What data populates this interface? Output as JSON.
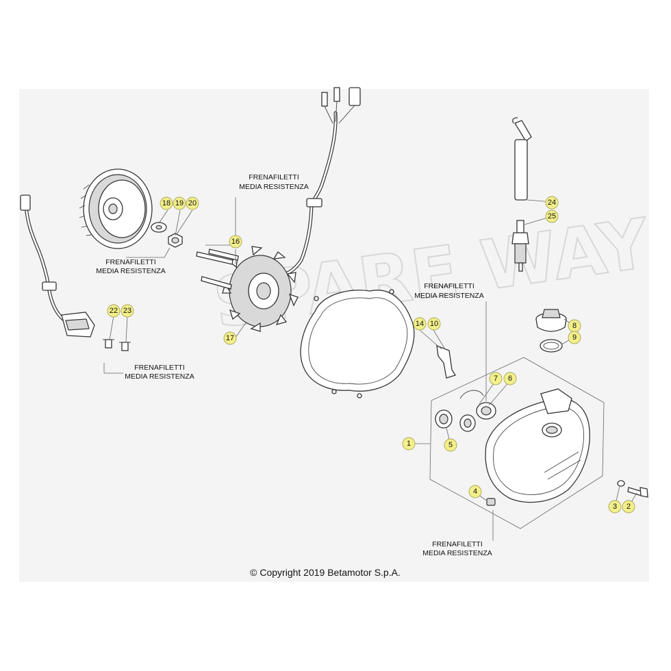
{
  "notes": {
    "threadlocker_line1": "FRENAFILETTI",
    "threadlocker_line2": "MEDIA RESISTENZA"
  },
  "watermark_text": "SPARE WAY",
  "part_numbers": {
    "n1": "1",
    "n2": "2",
    "n3": "3",
    "n4": "4",
    "n5": "5",
    "n6": "6",
    "n7": "7",
    "n8": "8",
    "n9": "9",
    "n10": "10",
    "n14": "14",
    "n16": "16",
    "n17": "17",
    "n18": "18",
    "n19": "19",
    "n20": "20",
    "n22": "22",
    "n23": "23",
    "n24": "24",
    "n25": "25"
  },
  "copyright": "© Copyright 2019 Betamotor S.p.A.",
  "colors": {
    "tag_fill": "#f3ef8a",
    "panel": "#f4f4f4"
  }
}
